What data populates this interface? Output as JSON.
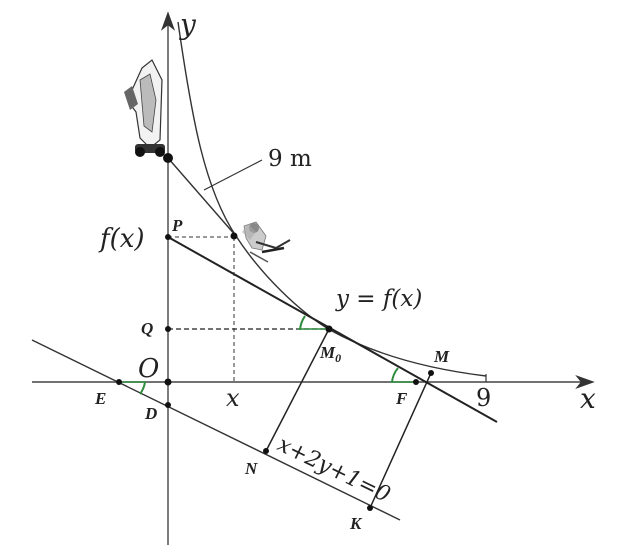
{
  "axes": {
    "x_label": "x",
    "y_label": "y",
    "origin_label": "O"
  },
  "labels": {
    "fx": "f(x)",
    "P": "P",
    "Q": "Q",
    "x_tick": "x",
    "M0": "M",
    "M0_sub": "0",
    "M": "M",
    "F": "F",
    "E": "E",
    "D": "D",
    "N": "N",
    "K": "K",
    "nine": "9",
    "rope": "9 m",
    "curve": "y = f(x)",
    "line_eq": "x+2y+1=0"
  },
  "colors": {
    "line": "#222222",
    "angle_mark": "#2e8b3e",
    "point": "#111111"
  },
  "icons": [
    "tractor-icon",
    "skier-icon"
  ]
}
